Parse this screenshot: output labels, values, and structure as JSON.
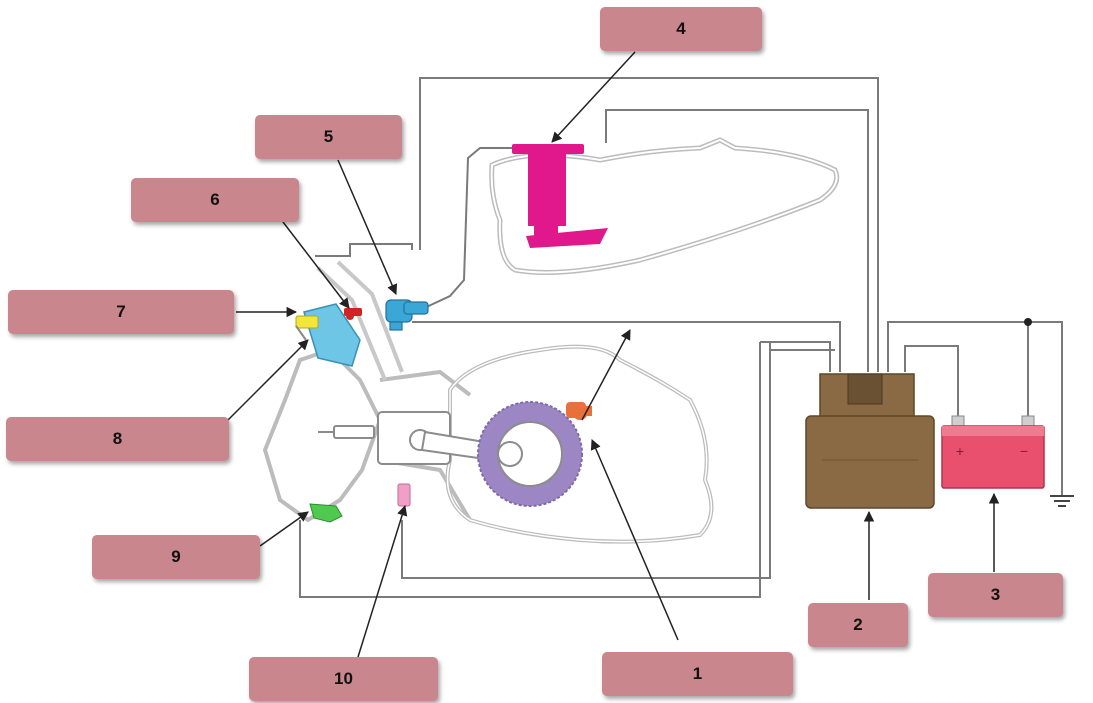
{
  "labels": {
    "l1": "1",
    "l2": "2",
    "l3": "3",
    "l4": "4",
    "l5": "5",
    "l6": "6",
    "l7": "7",
    "l8": "8",
    "l9": "9",
    "l10": "10"
  },
  "battery": {
    "plus_symbol": "+",
    "minus_symbol": "−"
  },
  "colors": {
    "label_box": "#c9868c",
    "fuel_pump": "#e0188c",
    "battery": "#e8506e",
    "ecu": "#8a6a45",
    "crank_rotor": "#9c86c4",
    "injector": "#3aa7d6",
    "crank_sensor": "#e8703a",
    "o2_sensor": "#4fc94f",
    "coolant_sensor": "#f0a0c8"
  }
}
